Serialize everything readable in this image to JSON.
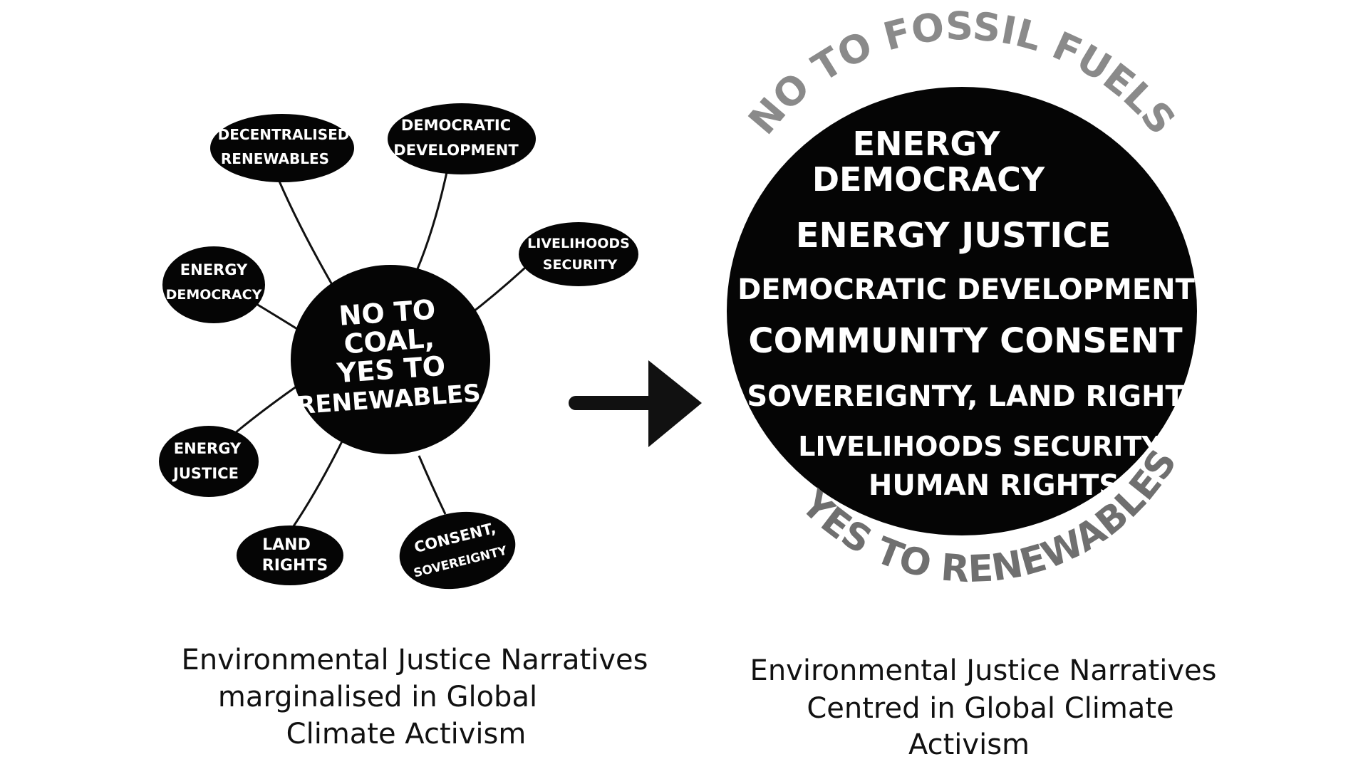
{
  "left_diagram": {
    "center_lines": [
      "NO TO",
      "COAL,",
      "YES TO",
      "RENEWABLES."
    ],
    "nodes": [
      {
        "id": "decentralised-renewables",
        "lines": [
          "DECENTRALISED",
          "RENEWABLES"
        ]
      },
      {
        "id": "democratic-development",
        "lines": [
          "DEMOCRATIC",
          "DEVELOPMENT"
        ]
      },
      {
        "id": "livelihoods-security",
        "lines": [
          "LIVELIHOODS",
          "SECURITY"
        ]
      },
      {
        "id": "energy-democracy",
        "lines": [
          "ENERGY",
          "DEMOCRACY"
        ]
      },
      {
        "id": "energy-justice",
        "lines": [
          "ENERGY",
          "JUSTICE"
        ]
      },
      {
        "id": "land-rights",
        "lines": [
          "LAND",
          "RIGHTS"
        ]
      },
      {
        "id": "consent-sovereignty",
        "lines": [
          "CONSENT,",
          "SOVEREIGNTY"
        ]
      }
    ],
    "caption_lines": [
      "Environmental Justice Narratives",
      "marginalised in Global",
      "Climate Activism"
    ]
  },
  "right_diagram": {
    "arc_top": "NO TO FOSSIL FUELS",
    "arc_bottom": "YES TO RENEWABLES",
    "items": [
      "ENERGY",
      "DEMOCRACY",
      "ENERGY JUSTICE",
      "DEMOCRATIC DEVELOPMENT",
      "COMMUNITY CONSENT",
      "SOVEREIGNTY, LAND RIGHTS",
      "LIVELIHOODS SECURITY",
      "HUMAN RIGHTS"
    ],
    "caption_lines": [
      "Environmental Justice Narratives",
      "Centred in Global Climate",
      "Activism"
    ]
  },
  "colors": {
    "bubble": "#050505",
    "ink": "#111111",
    "arc_top_grey": "#8a8a8a",
    "arc_bottom_grey": "#6f6f6f",
    "white": "#ffffff"
  }
}
